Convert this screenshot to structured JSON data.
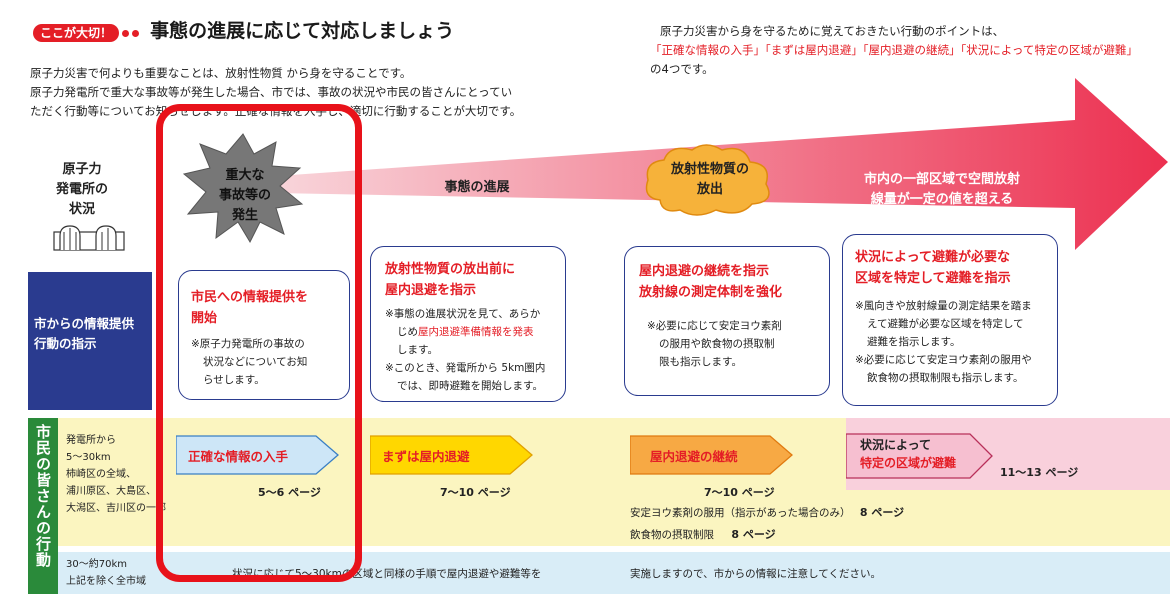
{
  "header": {
    "badge": "ここが大切！",
    "title": "事態の進展に応じて対応しましょう",
    "intro": [
      "原子力災害で何よりも重要なことは、放射性物質 から身を守ることです。",
      "原子力発電所で重大な事故等が発生した場合、市では、事故の状況や市民の皆さんにとってい",
      "ただく行動等についてお知らせします。正確な情報を入手し、適切に行動することが大切です。"
    ]
  },
  "points": {
    "line1": "原子力災害から身を守るために覚えておきたい行動のポイントは、",
    "items": [
      "「正確な情報の入手」",
      "「まずは屋内退避」",
      "「屋内退避の継続」",
      "「状況によって",
      "特定の区域が避難",
      "」"
    ],
    "line3": "の4つです。"
  },
  "status_label": [
    "原子力",
    "発電所の",
    "状況"
  ],
  "stages": {
    "s1": [
      "重大な",
      "事故等の",
      "発生"
    ],
    "s2": "事態の進展",
    "s3": [
      "放射性物質の",
      "放出"
    ],
    "s4": [
      "市内の一部区域で空間放射",
      "線量が一定の値を超える"
    ]
  },
  "city_label": [
    "市からの情報提供",
    "行動の指示"
  ],
  "boxes": [
    {
      "head": [
        "市民への情報提供を",
        "開始"
      ],
      "body": [
        "※原子力発電所の事故の",
        "状況などについてお知",
        "らせします。"
      ]
    },
    {
      "head": [
        "放射性物質の放出前に",
        "屋内退避を指示"
      ],
      "body_a": "※事態の進展状況を見て、あらか",
      "body_b_pre": "じめ",
      "body_b_red": "屋内退避準備情報を発表",
      "body_c": [
        "します。",
        "※このとき、発電所から 5km圏内",
        "では、即時避難を開始します。"
      ]
    },
    {
      "head": [
        "屋内退避の継続を指示",
        "放射線の測定体制を強化"
      ],
      "body": [
        "※必要に応じて安定ヨウ素剤",
        "の服用や飲食物の摂取制",
        "限も指示します。"
      ]
    },
    {
      "head": [
        "状況によって避難が必要な",
        "区域を特定して避難を指示"
      ],
      "body": [
        "※風向きや放射線量の測定結果を踏ま",
        "えて避難が必要な区域を特定して",
        "避難を指示します。",
        "※必要に応じて安定ヨウ素剤の服用や",
        "飲食物の摂取制限も指示します。"
      ]
    }
  ],
  "citizens_label": "市民の皆さんの行動",
  "zone1": [
    "発電所から",
    "5〜30km",
    "柿崎区の全域、",
    "浦川原区、大島区、",
    "大潟区、吉川区の一部"
  ],
  "actions": [
    {
      "label": "正確な情報の入手",
      "page": "5〜6 ページ"
    },
    {
      "label": "まずは屋内退避",
      "page": "7〜10 ページ"
    },
    {
      "label": "屋内退避の継続",
      "page": "7〜10 ページ"
    },
    {
      "label": [
        "状況によって",
        "特定の区域が避難"
      ],
      "page": "11〜13 ページ"
    }
  ],
  "extras": {
    "iodine": "安定ヨウ素剤の服用（指示があった場合のみ）",
    "iodine_page": "8 ページ",
    "food": "飲食物の摂取制限",
    "food_page": "8 ページ"
  },
  "zone2": [
    "30〜約70km",
    "上記を除く全市域"
  ],
  "zone2_text_a": "状況に応じて5〜30kmの区域と同様の手順で屋内退避や避難等を",
  "zone2_text_b": "実施しますので、市からの情報に注意してください。",
  "colors": {
    "accent": "#e41e26",
    "navy": "#2a3b8f",
    "green": "#2a8a3a",
    "yellow": "#fbf5c0",
    "blue_band": "#d9edf7",
    "pink": "#f9d0dc"
  }
}
